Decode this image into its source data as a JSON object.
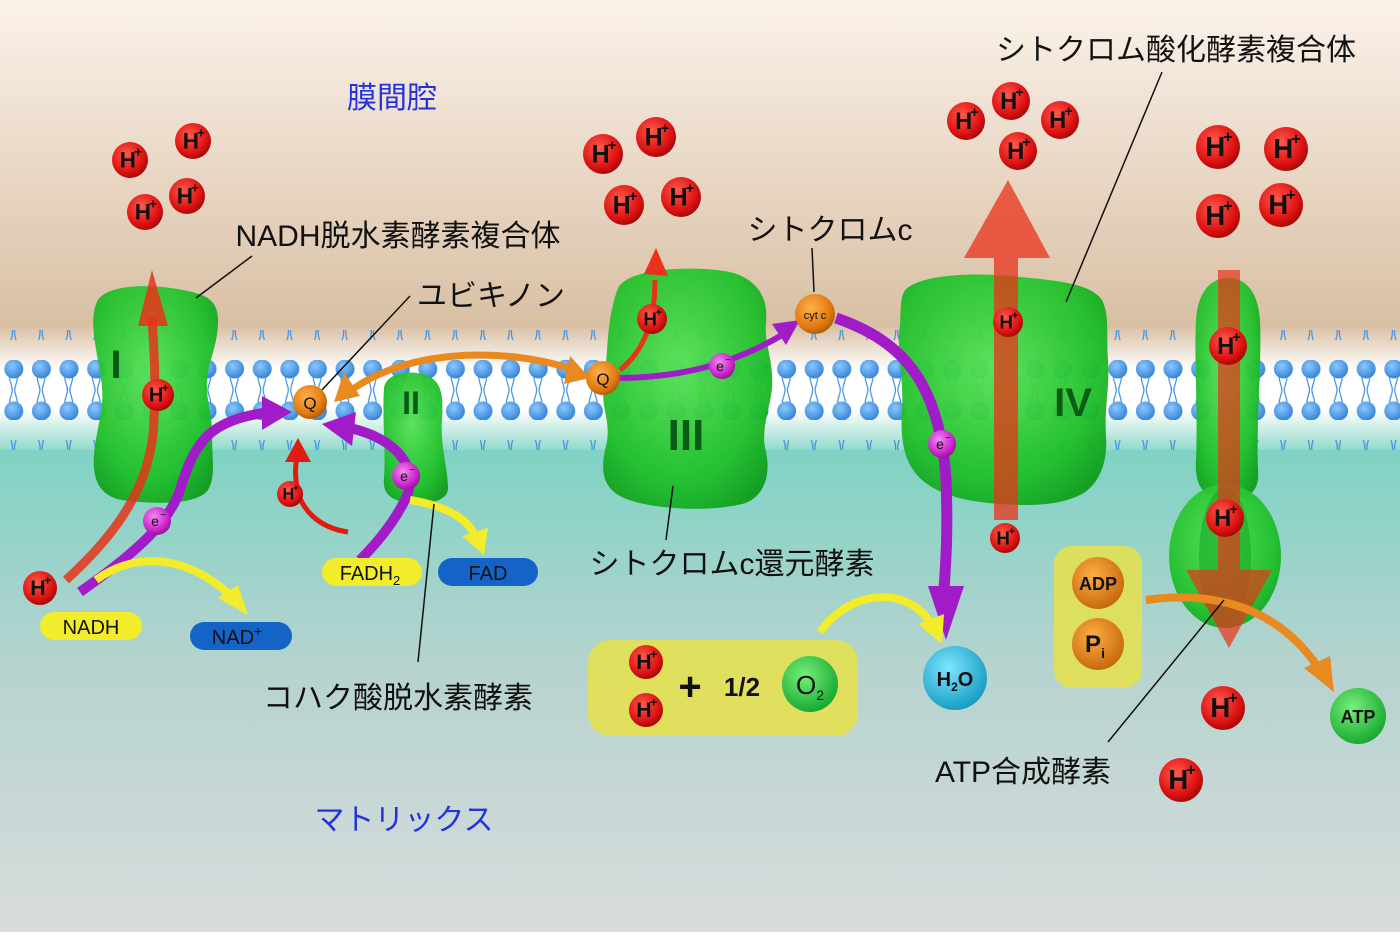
{
  "labels": {
    "intermembrane_space": "膜間腔",
    "matrix": "マトリックス",
    "complex_i_name": "NADH脱水素酵素複合体",
    "ubiquinone": "ユビキノン",
    "cytochrome_c": "シトクロムc",
    "complex_iv_name": "シトクロム酸化酵素複合体",
    "complex_iii_name": "シトクロムc還元酵素",
    "complex_ii_name": "コハク酸脱水素酵素",
    "atp_synthase": "ATP合成酵素"
  },
  "complex_numerals": {
    "i": "I",
    "ii": "II",
    "iii": "III",
    "iv": "IV"
  },
  "molecules": {
    "q": "Q",
    "cyt_c": "cyt c",
    "electron": "e",
    "electron_charge": "−",
    "proton": "H",
    "proton_charge": "+",
    "nadh": "NADH",
    "nad_plus": "NAD",
    "nad_plus_charge": "+",
    "fadh2": "FADH",
    "fadh2_sub": "2",
    "fad": "FAD",
    "o2": "O",
    "o2_sub": "2",
    "half": "1/2",
    "plus_sign": "+",
    "h2o_h": "H",
    "h2o_sub": "2",
    "h2o_o": "O",
    "adp": "ADP",
    "pi": "P",
    "pi_sub": "i",
    "atp": "ATP"
  },
  "colors": {
    "intermembrane_top": "#fbf2ea",
    "intermembrane_bottom": "#d9c2a8",
    "matrix_top": "#7fd3c4",
    "matrix_bottom": "#d6dcdc",
    "protein": "#22bb22",
    "proton": "#dd1111",
    "electron": "#cc22cc",
    "electron_path": "#a11cc8",
    "proton_path": "#e8331a",
    "ubiquinone": "#e07a10",
    "yellow_pill": "#f2ec2a",
    "blue_pill": "#1464c8",
    "lipid_head": "#3b8fe0",
    "label_box": "#e6e04a",
    "water": "#1fb8d8",
    "atp": "#22c244"
  }
}
